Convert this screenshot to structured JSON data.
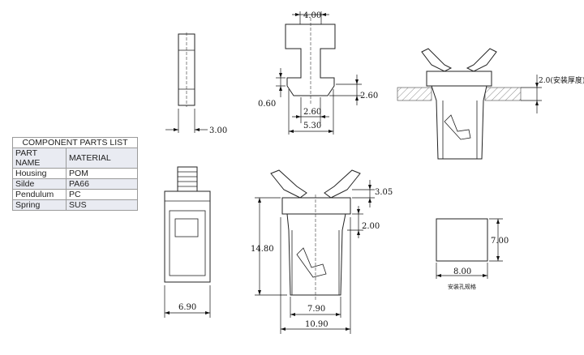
{
  "parts_list": {
    "title": "COMPONENT PARTS LIST",
    "headers": [
      "PART NAME",
      "MATERIAL"
    ],
    "rows": [
      [
        "Housing",
        "POM"
      ],
      [
        "Silde",
        "PA66"
      ],
      [
        "Pendulum",
        "PC"
      ],
      [
        "Spring",
        "SUS"
      ]
    ]
  },
  "dimensions": {
    "side_width": "3.00",
    "top_width": "4.00",
    "step_small": "0.60",
    "step_right": "2.60",
    "neck_width": "2.60",
    "base_width": "5.30",
    "thickness": "2.0(安装厚度)",
    "front_width": "6.90",
    "top_step": "3.05",
    "shoulder": "2.00",
    "height": "14.80",
    "inner_width": "7.90",
    "outer_width": "10.90",
    "hole_width": "8.00",
    "hole_height": "7.00"
  },
  "hole_caption": "安装孔规格"
}
